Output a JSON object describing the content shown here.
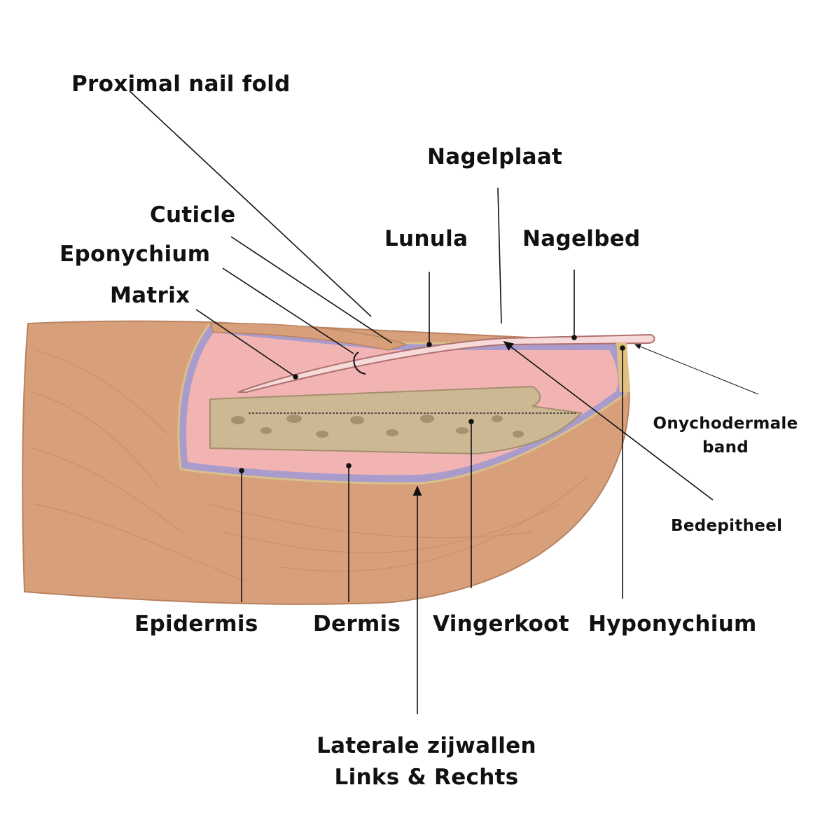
{
  "labels": {
    "proximal_nail_fold": "Proximal nail fold",
    "nagelplaat": "Nagelplaat",
    "cuticle": "Cuticle",
    "lunula": "Lunula",
    "nagelbed": "Nagelbed",
    "eponychium": "Eponychium",
    "matrix": "Matrix",
    "onychodermale_1": "Onychodermale",
    "onychodermale_2": "band",
    "bedepitheel": "Bedepitheel",
    "epidermis": "Epidermis",
    "dermis": "Dermis",
    "vingerkoot": "Vingerkoot",
    "hyponychium": "Hyponychium",
    "laterale_1": "Laterale zijwallen",
    "laterale_2": "Links & Rechts"
  },
  "colors": {
    "skin": "#d8a07a",
    "dermis": "#f2b3b3",
    "epidermis": "#a99ccc",
    "bone": "#cdb894",
    "nail": "#f6dada"
  }
}
